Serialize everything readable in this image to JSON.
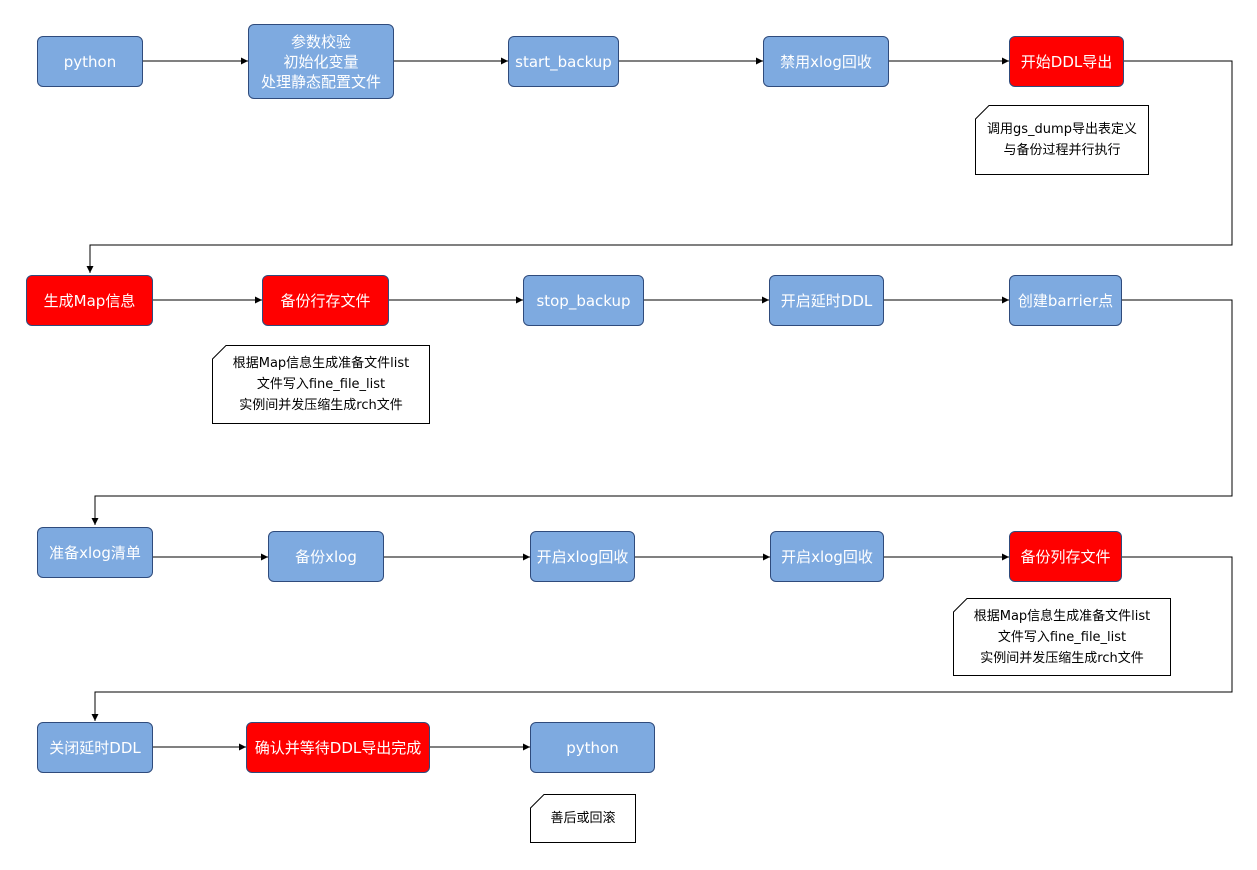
{
  "colors": {
    "blue": "#7eaae0",
    "red": "#ff0000",
    "border": "#2f4b7c",
    "line": "#000000"
  },
  "nodes": {
    "python_start": "python",
    "param_check": "参数校验\n初始化变量\n处理静态配置文件",
    "start_backup": "start_backup",
    "disable_xlog": "禁用xlog回收",
    "start_ddl": "开始DDL导出",
    "gen_map": "生成Map信息",
    "backup_row": "备份行存文件",
    "stop_backup": "stop_backup",
    "enable_delay_ddl": "开启延时DDL",
    "create_barrier": "创建barrier点",
    "prepare_xlog": "准备xlog清单",
    "backup_xlog": "备份xlog",
    "enable_xlog_1": "开启xlog回收",
    "enable_xlog_2": "开启xlog回收",
    "backup_col": "备份列存文件",
    "close_delay_ddl": "关闭延时DDL",
    "confirm_ddl": "确认并等待DDL导出完成",
    "python_end": "python"
  },
  "notes": {
    "gs_dump": "调用gs_dump导出表定义\n与备份过程并行执行",
    "row_files": "根据Map信息生成准备文件list\n文件写入fine_file_list\n实例间并发压缩生成rch文件",
    "col_files": "根据Map信息生成准备文件list\n文件写入fine_file_list\n实例间并发压缩生成rch文件",
    "cleanup": "善后或回滚"
  }
}
